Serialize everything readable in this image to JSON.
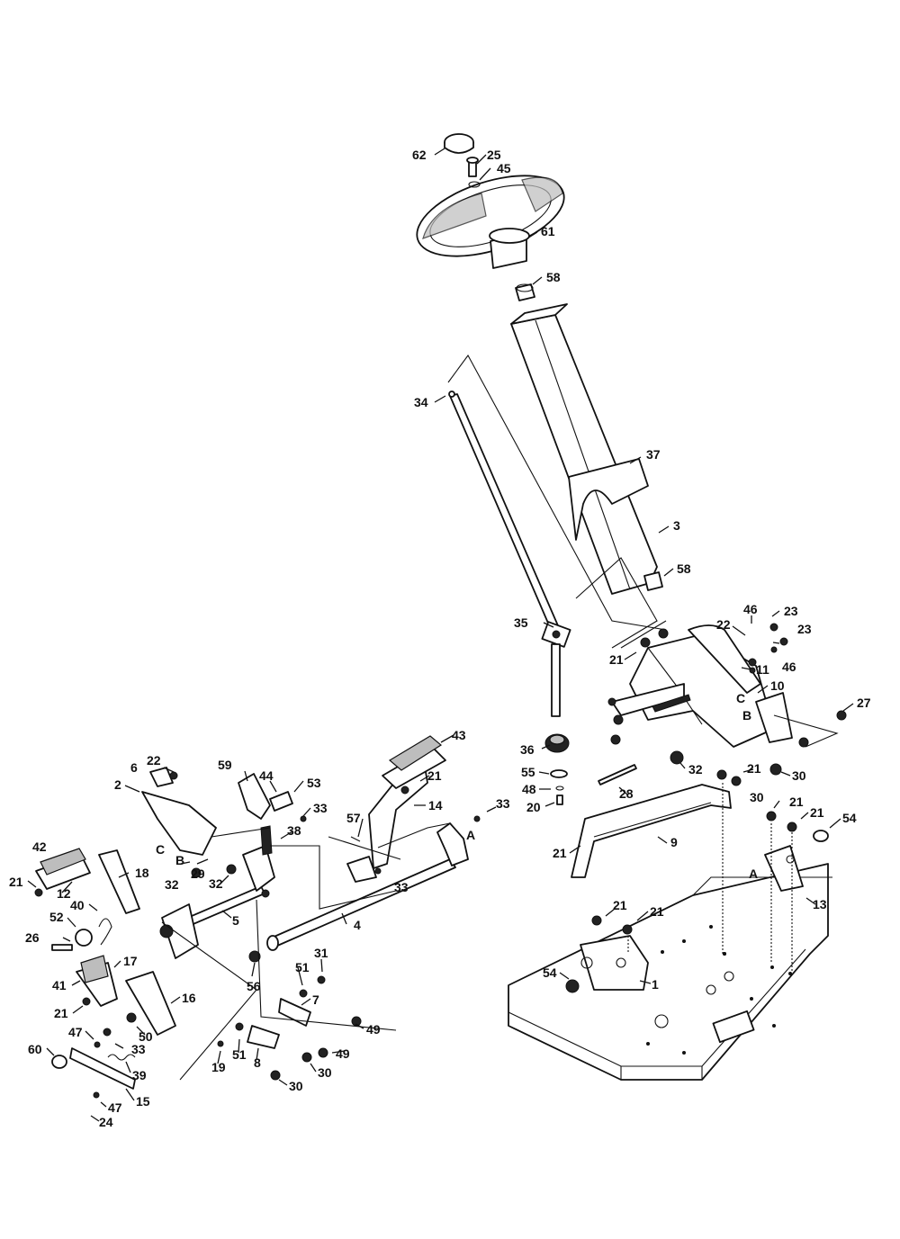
{
  "callouts": [
    {
      "id": "62",
      "text": "62"
    },
    {
      "id": "25",
      "text": "25"
    },
    {
      "id": "45",
      "text": "45"
    },
    {
      "id": "61",
      "text": "61"
    },
    {
      "id": "58a",
      "text": "58"
    },
    {
      "id": "34",
      "text": "34"
    },
    {
      "id": "37",
      "text": "37"
    },
    {
      "id": "3",
      "text": "3"
    },
    {
      "id": "58b",
      "text": "58"
    },
    {
      "id": "35",
      "text": "35"
    },
    {
      "id": "46a",
      "text": "46"
    },
    {
      "id": "23a",
      "text": "23"
    },
    {
      "id": "22a",
      "text": "22"
    },
    {
      "id": "23b",
      "text": "23"
    },
    {
      "id": "21a",
      "text": "21"
    },
    {
      "id": "11",
      "text": "11"
    },
    {
      "id": "46b",
      "text": "46"
    },
    {
      "id": "10",
      "text": "10"
    },
    {
      "id": "Cr",
      "text": "C"
    },
    {
      "id": "Br",
      "text": "B"
    },
    {
      "id": "27",
      "text": "27"
    },
    {
      "id": "36",
      "text": "36"
    },
    {
      "id": "32a",
      "text": "32"
    },
    {
      "id": "21b",
      "text": "21"
    },
    {
      "id": "30a",
      "text": "30"
    },
    {
      "id": "55",
      "text": "55"
    },
    {
      "id": "48",
      "text": "48"
    },
    {
      "id": "30b",
      "text": "30"
    },
    {
      "id": "20",
      "text": "20"
    },
    {
      "id": "28",
      "text": "28"
    },
    {
      "id": "21c",
      "text": "21"
    },
    {
      "id": "21d",
      "text": "21"
    },
    {
      "id": "54a",
      "text": "54"
    },
    {
      "id": "9",
      "text": "9"
    },
    {
      "id": "21e",
      "text": "21"
    },
    {
      "id": "Ar",
      "text": "A"
    },
    {
      "id": "13",
      "text": "13"
    },
    {
      "id": "21f",
      "text": "21"
    },
    {
      "id": "21g",
      "text": "21"
    },
    {
      "id": "54b",
      "text": "54"
    },
    {
      "id": "1",
      "text": "1"
    },
    {
      "id": "43",
      "text": "43"
    },
    {
      "id": "21h",
      "text": "21"
    },
    {
      "id": "14",
      "text": "14"
    },
    {
      "id": "33a",
      "text": "33"
    },
    {
      "id": "57",
      "text": "57"
    },
    {
      "id": "Al",
      "text": "A"
    },
    {
      "id": "33b",
      "text": "33"
    },
    {
      "id": "4",
      "text": "4"
    },
    {
      "id": "6",
      "text": "6"
    },
    {
      "id": "22b",
      "text": "22"
    },
    {
      "id": "59",
      "text": "59"
    },
    {
      "id": "44",
      "text": "44"
    },
    {
      "id": "53",
      "text": "53"
    },
    {
      "id": "2",
      "text": "2"
    },
    {
      "id": "33c",
      "text": "33"
    },
    {
      "id": "38",
      "text": "38"
    },
    {
      "id": "Cl",
      "text": "C"
    },
    {
      "id": "Bl",
      "text": "B"
    },
    {
      "id": "29",
      "text": "29"
    },
    {
      "id": "32b",
      "text": "32"
    },
    {
      "id": "32c",
      "text": "32"
    },
    {
      "id": "42",
      "text": "42"
    },
    {
      "id": "18",
      "text": "18"
    },
    {
      "id": "21i",
      "text": "21"
    },
    {
      "id": "12",
      "text": "12"
    },
    {
      "id": "40",
      "text": "40"
    },
    {
      "id": "52",
      "text": "52"
    },
    {
      "id": "5",
      "text": "5"
    },
    {
      "id": "26",
      "text": "26"
    },
    {
      "id": "56",
      "text": "56"
    },
    {
      "id": "31",
      "text": "31"
    },
    {
      "id": "51a",
      "text": "51"
    },
    {
      "id": "17",
      "text": "17"
    },
    {
      "id": "41",
      "text": "41"
    },
    {
      "id": "7",
      "text": "7"
    },
    {
      "id": "21j",
      "text": "21"
    },
    {
      "id": "16",
      "text": "16"
    },
    {
      "id": "50",
      "text": "50"
    },
    {
      "id": "49a",
      "text": "49"
    },
    {
      "id": "47a",
      "text": "47"
    },
    {
      "id": "33d",
      "text": "33"
    },
    {
      "id": "49b",
      "text": "49"
    },
    {
      "id": "60",
      "text": "60"
    },
    {
      "id": "39",
      "text": "39"
    },
    {
      "id": "19",
      "text": "19"
    },
    {
      "id": "51b",
      "text": "51"
    },
    {
      "id": "8",
      "text": "8"
    },
    {
      "id": "30c",
      "text": "30"
    },
    {
      "id": "30d",
      "text": "30"
    },
    {
      "id": "15",
      "text": "15"
    },
    {
      "id": "47b",
      "text": "47"
    },
    {
      "id": "24",
      "text": "24"
    }
  ]
}
